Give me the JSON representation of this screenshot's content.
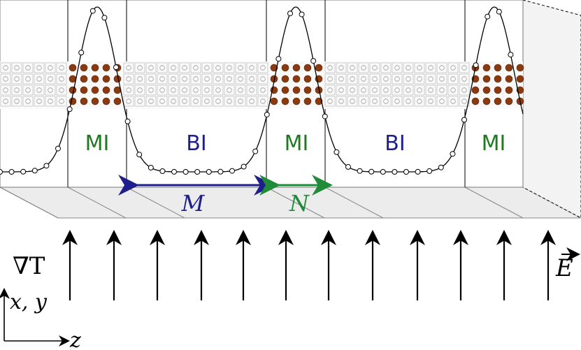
{
  "labels": {
    "regions": [
      "MI",
      "BI",
      "MI",
      "BI",
      "MI"
    ],
    "dimension_m": "M",
    "dimension_n": "N",
    "gradient_t": "∇T",
    "field_e": "E",
    "axis_xy": "x, y",
    "axis_z": "z"
  },
  "colors": {
    "mi_label": "#1f7a1f",
    "bi_label": "#1f1f8c",
    "m_arrow": "#1f1f8c",
    "n_arrow": "#1f8c3a",
    "magnetic_atom": "#8b3a0f",
    "lattice_grey": "#9a9a9a",
    "floor": "#ececec",
    "profile_line": "#000000"
  },
  "icons": {
    "field_arrow": "up-arrow-icon",
    "magnetic_site": "filled-circle-icon",
    "bulk_site": "open-circle-icon"
  }
}
